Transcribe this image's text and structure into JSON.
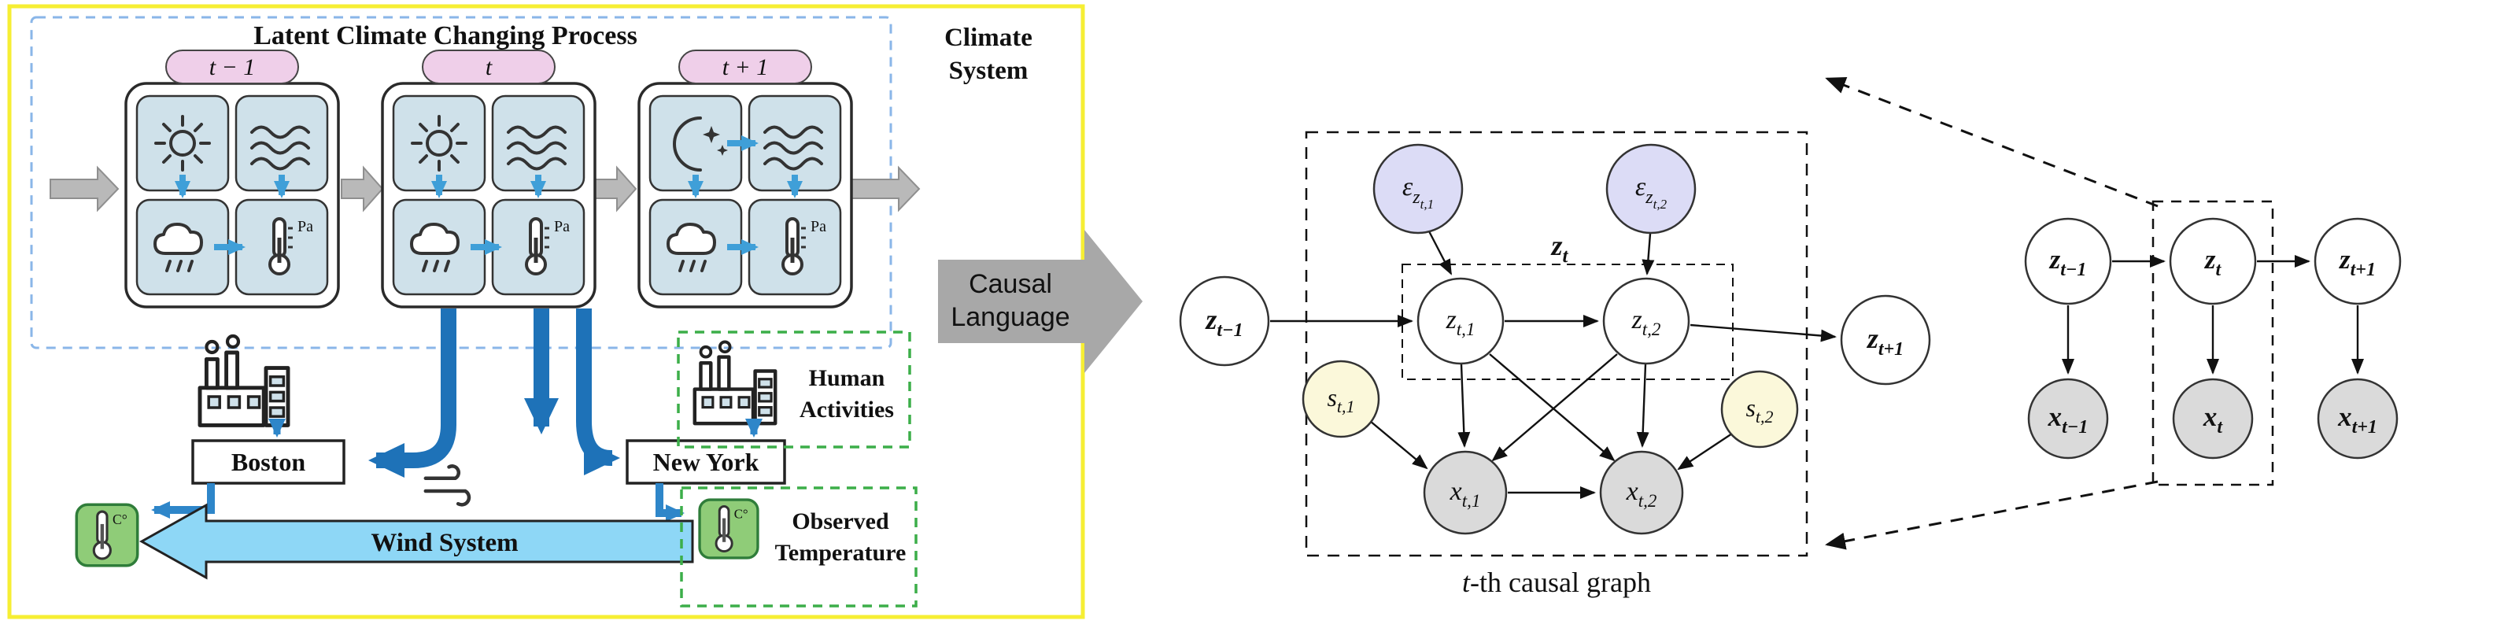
{
  "left_panel": {
    "title": "Latent Climate Changing Process",
    "climate_system_1": "Climate",
    "climate_system_2": "System",
    "time_prev": "t − 1",
    "time_curr": "t",
    "time_next": "t + 1",
    "boston": "Boston",
    "new_york": "New York",
    "wind_system": "Wind System",
    "human_1": "Human",
    "human_2": "Activities",
    "observed_1": "Observed",
    "observed_2": "Temperature",
    "pressure_unit": "Pa",
    "temperature_unit": "C°"
  },
  "connector": {
    "line_1": "Causal",
    "line_2": "Language"
  },
  "graph": {
    "caption_it": "t",
    "caption_rest": "-th causal graph",
    "nodes": {
      "z_prev": {
        "base": "z",
        "sub": "t−1"
      },
      "z_t1": {
        "base": "z",
        "sub": "t,1"
      },
      "z_t2": {
        "base": "z",
        "sub": "t,2"
      },
      "z_next": {
        "base": "z",
        "sub": "t+1"
      },
      "zt_box": {
        "base": "z",
        "sub": "t"
      },
      "eps_1": {
        "base": "ε",
        "sub": "z",
        "subsub": "t,1"
      },
      "eps_2": {
        "base": "ε",
        "sub": "z",
        "subsub": "t,2"
      },
      "s_1": {
        "base": "s",
        "sub": "t,1"
      },
      "s_2": {
        "base": "s",
        "sub": "t,2"
      },
      "x_1": {
        "base": "x",
        "sub": "t,1"
      },
      "x_2": {
        "base": "x",
        "sub": "t,2"
      }
    }
  },
  "mini_graph": {
    "z_prev": {
      "base": "z",
      "sub": "t−1"
    },
    "z_t": {
      "base": "z",
      "sub": "t"
    },
    "z_next": {
      "base": "z",
      "sub": "t+1"
    },
    "x_prev": {
      "base": "x",
      "sub": "t−1"
    },
    "x_t": {
      "base": "x",
      "sub": "t"
    },
    "x_next": {
      "base": "x",
      "sub": "t+1"
    }
  },
  "colors": {
    "panel_border_yellow": "#f6ee33",
    "latent_box_blue": "#8ab6e8",
    "pill_pink": "#efcfe9",
    "quadrant_blue": "#cfe1ea",
    "big_arrow_blue": "#1e72b8",
    "wind_arrow_blue": "#8ed7f6",
    "green_dashed": "#3cae49",
    "connector_gray": "#a8a8a8",
    "node_lavender": "#dcdcf6",
    "node_yellow": "#fbf8da",
    "node_gray": "#dadada"
  }
}
